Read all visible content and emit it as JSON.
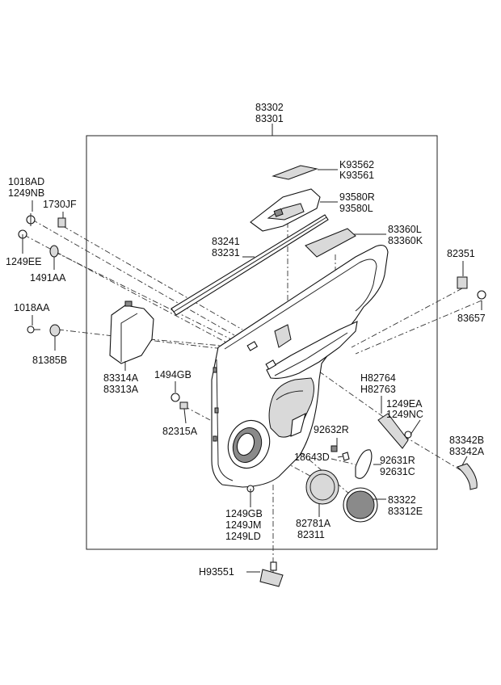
{
  "labels": {
    "l83302": "83302",
    "l83301": "83301",
    "lK93562": "K93562",
    "lK93561": "K93561",
    "l93580R": "93580R",
    "l93580L": "93580L",
    "l83360L": "83360L",
    "l83360K": "83360K",
    "l83241": "83241",
    "l83231": "83231",
    "l1018AD": "1018AD",
    "l1249NB": "1249NB",
    "l1730JF": "1730JF",
    "l1249EE": "1249EE",
    "l1491AA": "1491AA",
    "l1018AA": "1018AA",
    "l81385B": "81385B",
    "l83314A": "83314A",
    "l83313A": "83313A",
    "l1494GB": "1494GB",
    "l82315A": "82315A",
    "l82351": "82351",
    "l83657": "83657",
    "lH82764": "H82764",
    "lH82763": "H82763",
    "l1249EA": "1249EA",
    "l1249NC": "1249NC",
    "l92632R": "92632R",
    "l18643D": "18643D",
    "l92631R": "92631R",
    "l92631C": "92631C",
    "l83342B": "83342B",
    "l83342A": "83342A",
    "l83322": "83322",
    "l83312E": "83312E",
    "l82781A": "82781A",
    "l82311": "82311",
    "l1249GB": "1249GB",
    "l1249JM": "1249JM",
    "l1249LD": "1249LD",
    "lH93551": "H93551"
  }
}
